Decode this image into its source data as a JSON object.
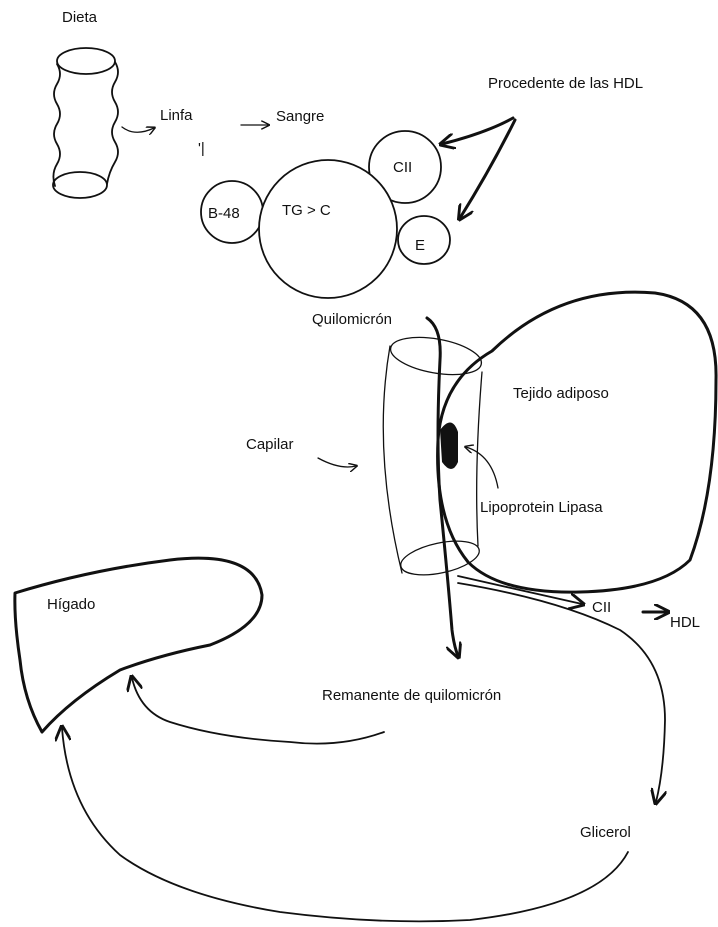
{
  "labels": {
    "dieta": "Dieta",
    "linfa": "Linfa",
    "sangre": "Sangre",
    "procedente_hdl": "Procedente de las HDL",
    "cii_top": "CII",
    "b48": "B-48",
    "tg_c": "TG > C",
    "e": "E",
    "quilomicron": "Quilomicrón",
    "tejido_adiposo": "Tejido adiposo",
    "capilar": "Capilar",
    "lipoprotein_lipasa": "Lipoprotein Lipasa",
    "higado": "Hígado",
    "cii_bottom": "CII",
    "hdl": "HDL",
    "remanente": "Remanente de quilomicrón",
    "glicerol": "Glicerol"
  }
}
